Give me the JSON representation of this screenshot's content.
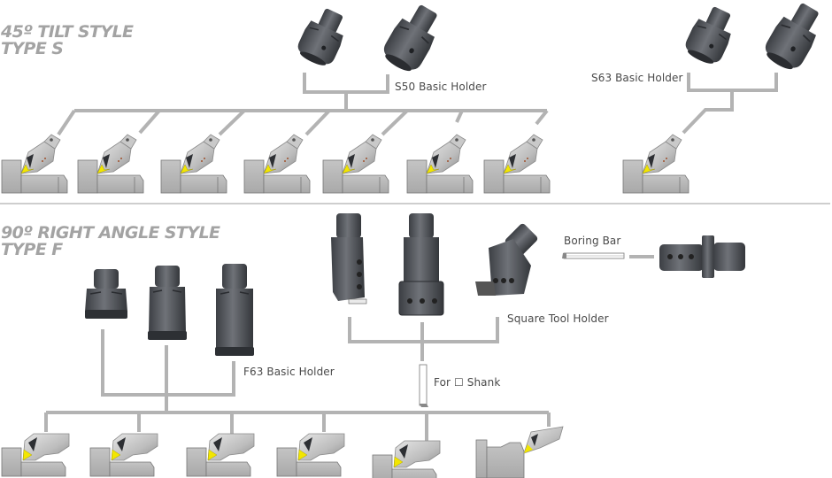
{
  "sections": {
    "tilt": {
      "title_line1": "45º TILT STYLE",
      "title_line2": "TYPE S",
      "s50_label": "S50 Basic Holder",
      "s63_label": "S63 Basic Holder",
      "tool_count": 8
    },
    "right_angle": {
      "title_line1": "90º RIGHT ANGLE STYLE",
      "title_line2": "TYPE F",
      "f63_label": "F63 Basic Holder",
      "square_label": "Square Tool Holder",
      "shank_label": "For ☐ Shank",
      "boring_label": "Boring Bar",
      "tool_count": 6
    }
  },
  "colors": {
    "heading": "#a3a3a3",
    "connector": "#b3b3b3",
    "holder_dark": "#4a4d52",
    "holder_mid": "#6a6d72",
    "workpiece": "#b8b8b8",
    "insert_yellow": "#f2e600",
    "tool_body": "#cfcfcf",
    "label_text": "#4a4a4a"
  }
}
